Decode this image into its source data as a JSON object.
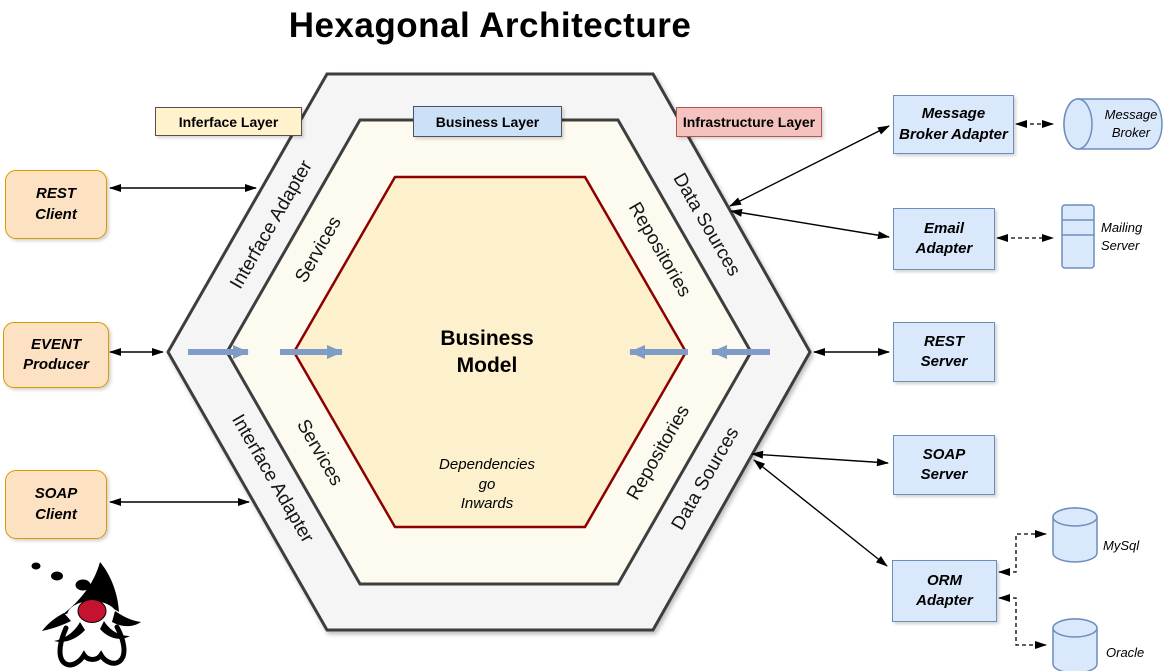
{
  "title": "Hexagonal Architecture",
  "layer_tags": {
    "interface": "Inferface Layer",
    "business": "Business Layer",
    "infrastructure": "Infrastructure Layer"
  },
  "rings": {
    "interface_adapter": "Interface Adapter",
    "services": "Services",
    "repositories": "Repositories",
    "data_sources": "Data Sources"
  },
  "core": {
    "title": "Business\nModel",
    "note": "Dependencies\ngo\nInwards"
  },
  "left_actors": {
    "rest_client": "REST\nClient",
    "event_producer": "EVENT\nProducer",
    "soap_client": "SOAP\nClient"
  },
  "right_adapters": {
    "message_broker_adapter": "Message\nBroker Adapter",
    "email_adapter": "Email\nAdapter",
    "rest_server": "REST\nServer",
    "soap_server": "SOAP\nServer",
    "orm_adapter": "ORM\nAdapter"
  },
  "external_systems": {
    "message_broker": "Message\nBroker",
    "mailing_server": "Mailing\nServer",
    "mysql": "MySql",
    "oracle": "Oracle"
  },
  "colors": {
    "outer_ring_fill": "#F5F5F5",
    "middle_ring_fill": "#FDFAEF",
    "core_fill": "#FCF0CD",
    "core_border": "#8E0000",
    "ring_border": "#3E3E3E",
    "actor_fill": "#FCE2C2",
    "actor_border": "#D79B00",
    "adapter_fill": "#DAE8FC",
    "adapter_border": "#6C8EBF",
    "interface_tag_fill": "#FFF2CC",
    "business_tag_fill": "#CCE0F7",
    "infrastructure_tag_fill": "#F4C3C0",
    "flow_arrow": "#7E9CC6",
    "duke_nose": "#C41230"
  }
}
